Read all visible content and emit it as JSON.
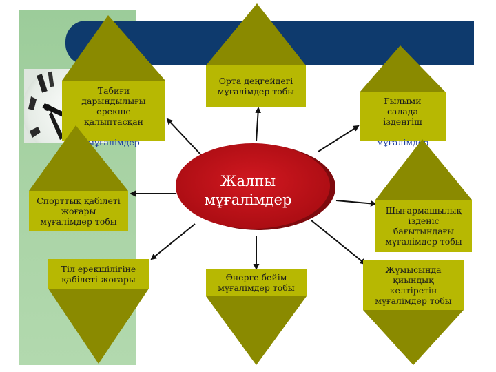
{
  "diagram": {
    "center": {
      "label": "Жалпы\nмұғалімдер"
    },
    "nodes": [
      {
        "id": "natural-talent",
        "label": "Табиғи\nдарындылығы\nерекше\nқалыптасқан",
        "label_extra": "мұғалімдер"
      },
      {
        "id": "mid-level",
        "label": "Орта деңгейдегі\nмұғалімдер тобы"
      },
      {
        "id": "scientific",
        "label": "Ғылыми\nсалада\nізденгіш",
        "label_extra": "мұғалімдер"
      },
      {
        "id": "sports",
        "label": "Спорттық қабілеті\nжоғары\nмұғалімдер тобы"
      },
      {
        "id": "creative",
        "label": "Шығармашылық\nізденіс\nбағытындағы\nмұғалімдер тобы"
      },
      {
        "id": "language",
        "label": "Тіл ерекшілігіне\nқабілеті жоғары"
      },
      {
        "id": "art",
        "label": "Өнерге бейім\nмұғалімдер тобы"
      },
      {
        "id": "difficulty",
        "label": "Жұмысында\nқиындық\nкелтіретін\nмұғалімдер тобы"
      }
    ]
  },
  "colors": {
    "node_fill": "#b7b802",
    "triangle_fill": "#8a8a00",
    "ellipse_fill": "#c8101a",
    "navy_bar": "#0e3a6d",
    "green_panel": "#a9d3a5"
  }
}
